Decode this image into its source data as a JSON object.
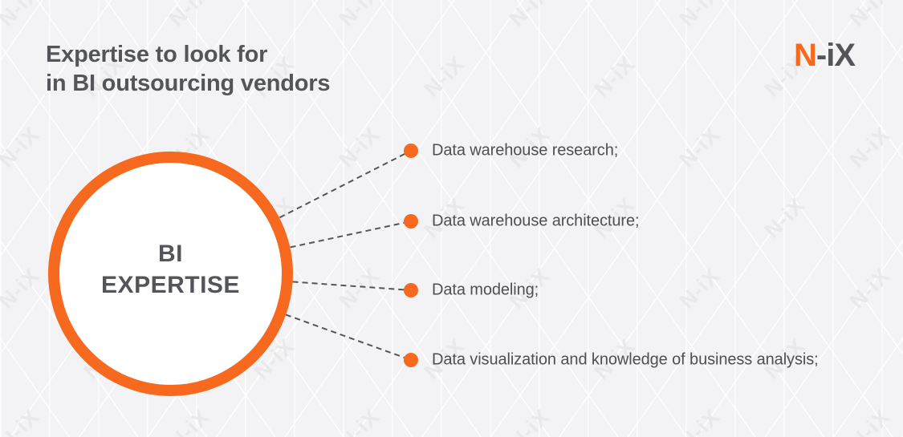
{
  "header": {
    "title_line1": "Expertise to look for",
    "title_line2": "in BI outsourcing vendors",
    "logo": {
      "prefix": "N",
      "suffix": "-iX"
    }
  },
  "diagram": {
    "circle_label_line1": "BI",
    "circle_label_line2": "EXPERTISE",
    "items": [
      {
        "label": "Data warehouse research;"
      },
      {
        "label": "Data warehouse architecture;"
      },
      {
        "label": "Data modeling;"
      },
      {
        "label": "Data visualization and knowledge of business analysis;"
      }
    ]
  },
  "watermark": {
    "text": "N-iX"
  },
  "colors": {
    "accent_orange": "#F6691E",
    "title_gray": "#54555A",
    "body_gray": "#4E4F54",
    "connector_gray": "#54555A",
    "watermark_gray": "#E9E9EC",
    "background_gray": "#F3F3F5"
  }
}
